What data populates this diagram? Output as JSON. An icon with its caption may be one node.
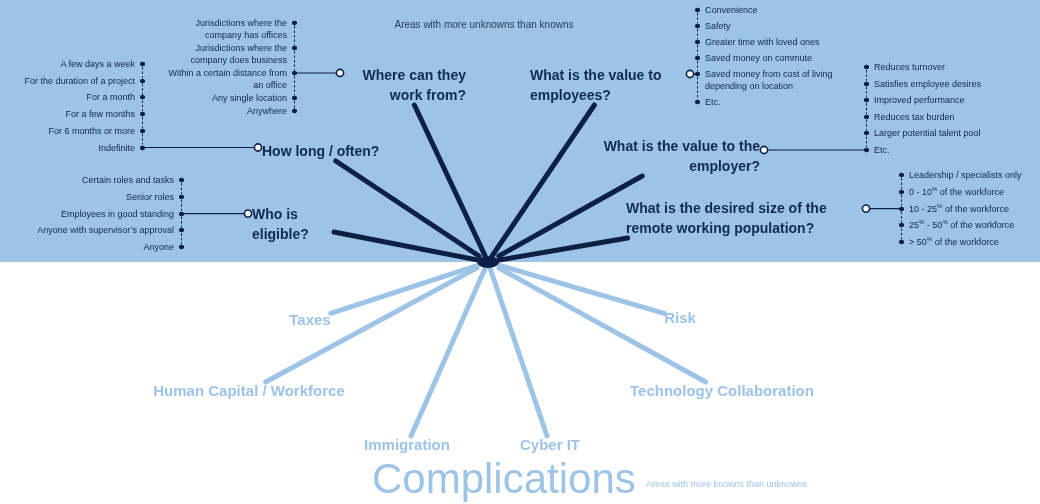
{
  "diagram": {
    "nodes": [
      {
        "text": [],
        "shape": "circle"
      },
      {
        "text": [
          "Who is eligible?"
        ]
      },
      {
        "text": [
          "How long / often?"
        ]
      },
      {
        "text": [
          "Where can they work from?"
        ]
      },
      {
        "text": [
          "What is the value to employees?"
        ]
      },
      {
        "text": [
          "What is the value to the employer?"
        ]
      },
      {
        "text": [
          "What is the desired size of the remote working population?"
        ]
      },
      {
        "text": [
          "Taxes"
        ]
      },
      {
        "text": [
          "Risk"
        ]
      },
      {
        "text": [
          "Human Capital / Workforce"
        ]
      },
      {
        "text": [
          "Technology Collaboration"
        ]
      },
      {
        "text": [
          "Immigration"
        ]
      },
      {
        "text": [
          "Cyber IT"
        ]
      },
      {
        "text": [
          "Jurisdictions where the company has offices"
        ]
      },
      {
        "text": [
          "Jurisdictions where the company does business"
        ]
      },
      {
        "text": [
          "Within a certain distance from an office"
        ]
      },
      {
        "text": [
          "Any single location"
        ]
      },
      {
        "text": [
          "Anywhere"
        ]
      },
      {
        "text": [
          "A few days a week"
        ]
      },
      {
        "text": [
          "For the duration of a project"
        ]
      },
      {
        "text": [
          "For a month"
        ]
      },
      {
        "text": [
          "For a few months"
        ]
      },
      {
        "text": [
          "For 6 months or more"
        ]
      },
      {
        "text": [
          "Indefinite"
        ]
      },
      {
        "text": [
          "Certain roles and tasks"
        ]
      },
      {
        "text": [
          "Senior roles"
        ]
      },
      {
        "text": [
          "Employees in good standing"
        ]
      },
      {
        "text": [
          "Anyone with supervisor’s approval"
        ]
      },
      {
        "text": [
          "Anyone"
        ]
      },
      {
        "text": [
          "Convenience"
        ]
      },
      {
        "text": [
          "Safety"
        ]
      },
      {
        "text": [
          "Greater time with loved ones"
        ]
      },
      {
        "text": [
          "Saved money on commute"
        ]
      },
      {
        "text": [
          "Saved money from cost of living depending on location"
        ]
      },
      {
        "text": [
          "Etc."
        ]
      },
      {
        "text": [
          "Reduces turnover"
        ]
      },
      {
        "text": [
          "Satisfies employee desires"
        ]
      },
      {
        "text": [
          "Improved performance"
        ]
      },
      {
        "text": [
          "Reduces tax burden"
        ]
      },
      {
        "text": [
          "Larger potential talent pool"
        ]
      },
      {
        "text": [
          "Etc."
        ]
      },
      {
        "text": [
          "Leadership / specialists only"
        ]
      },
      {
        "text": [
          "0 - 10$^{%}$ of the workforce"
        ]
      },
      {
        "text": [
          "10 - 25$^{%}$ of the workforce"
        ]
      },
      {
        "text": [
          "25$^{%}$ - 50$^{%}$ of the workforce"
        ]
      },
      {
        "text": [
          "> 50$^{%}$ of the workforce"
        ]
      }
    ],
    "edges": [
      {
        "from": 0,
        "to": 1,
        "arrow": "none",
        "style": "thick"
      },
      {
        "from": 0,
        "to": 2,
        "arrow": "none",
        "style": "thick"
      },
      {
        "from": 0,
        "to": 3,
        "arrow": "none",
        "style": "thick"
      },
      {
        "from": 0,
        "to": 4,
        "arrow": "none",
        "style": "thick"
      },
      {
        "from": 0,
        "to": 5,
        "arrow": "none",
        "style": "thick"
      },
      {
        "from": 0,
        "to": 6,
        "arrow": "none",
        "style": "thick"
      },
      {
        "from": 0,
        "to": 7,
        "arrow": "none",
        "style": "thick",
        "color": "#9dc3e6"
      },
      {
        "from": 0,
        "to": 8,
        "arrow": "none",
        "style": "thick",
        "color": "#9dc3e6"
      },
      {
        "from": 0,
        "to": 9,
        "arrow": "none",
        "style": "thick",
        "color": "#9dc3e6"
      },
      {
        "from": 0,
        "to": 10,
        "arrow": "none",
        "style": "thick",
        "color": "#9dc3e6"
      },
      {
        "from": 0,
        "to": 11,
        "arrow": "none",
        "style": "thick",
        "color": "#9dc3e6"
      },
      {
        "from": 0,
        "to": 12,
        "arrow": "none",
        "style": "thick",
        "color": "#9dc3e6"
      },
      {
        "from": 1,
        "to": 26,
        "arrow": "other"
      },
      {
        "from": 2,
        "to": 23,
        "arrow": "other"
      },
      {
        "from": 3,
        "to": 15,
        "arrow": "other"
      },
      {
        "from": 4,
        "to": 33,
        "arrow": "other"
      },
      {
        "from": 5,
        "to": 40,
        "arrow": "other"
      },
      {
        "from": 6,
        "to": 43,
        "arrow": "other"
      },
      {
        "from": 13,
        "to": 14,
        "arrow": "none",
        "style": "dashed"
      },
      {
        "from": 14,
        "to": 15,
        "arrow": "none",
        "style": "dashed"
      },
      {
        "from": 15,
        "to": 16,
        "arrow": "none",
        "style": "dashed"
      },
      {
        "from": 16,
        "to": 17,
        "arrow": "none",
        "style": "dashed"
      },
      {
        "from": 18,
        "to": 19,
        "arrow": "none",
        "style": "dashed"
      },
      {
        "from": 19,
        "to": 20,
        "arrow": "none",
        "style": "dashed"
      },
      {
        "from": 20,
        "to": 21,
        "arrow": "none",
        "style": "dashed"
      },
      {
        "from": 21,
        "to": 22,
        "arrow": "none",
        "style": "dashed"
      },
      {
        "from": 22,
        "to": 23,
        "arrow": "none",
        "style": "dashed"
      },
      {
        "from": 24,
        "to": 25,
        "arrow": "none",
        "style": "dashed"
      },
      {
        "from": 25,
        "to": 26,
        "arrow": "none",
        "style": "dashed"
      },
      {
        "from": 26,
        "to": 27,
        "arrow": "none",
        "style": "dashed"
      },
      {
        "from": 27,
        "to": 28,
        "arrow": "none",
        "style": "dashed"
      },
      {
        "from": 29,
        "to": 30,
        "arrow": "none",
        "style": "dashed"
      },
      {
        "from": 30,
        "to": 31,
        "arrow": "none",
        "style": "dashed"
      },
      {
        "from": 31,
        "to": 32,
        "arrow": "none",
        "style": "dashed"
      },
      {
        "from": 32,
        "to": 33,
        "arrow": "none",
        "style": "dashed"
      },
      {
        "from": 33,
        "to": 34,
        "arrow": "none",
        "style": "dashed"
      },
      {
        "from": 35,
        "to": 36,
        "arrow": "none",
        "style": "dashed"
      },
      {
        "from": 36,
        "to": 37,
        "arrow": "none",
        "style": "dashed"
      },
      {
        "from": 37,
        "to": 38,
        "arrow": "none",
        "style": "dashed"
      },
      {
        "from": 38,
        "to": 39,
        "arrow": "none",
        "style": "dashed"
      },
      {
        "from": 39,
        "to": 40,
        "arrow": "none",
        "style": "dashed"
      },
      {
        "from": 41,
        "to": 42,
        "arrow": "none",
        "style": "dashed"
      },
      {
        "from": 42,
        "to": 43,
        "arrow": "none",
        "style": "dashed"
      },
      {
        "from": 43,
        "to": 44,
        "arrow": "none",
        "style": "dashed"
      },
      {
        "from": 44,
        "to": 45,
        "arrow": "none",
        "style": "dashed"
      }
    ],
    "labels": [
      "Areas with more unknowns than knowns",
      "Complications",
      "Areas with more knowns than unknowns"
    ]
  }
}
